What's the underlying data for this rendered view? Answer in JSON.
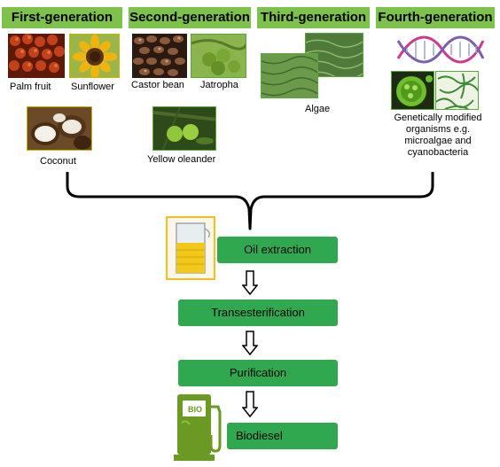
{
  "generations": [
    {
      "label": "First-generation"
    },
    {
      "label": "Second-generation"
    },
    {
      "label": "Third-generation"
    },
    {
      "label": "Fourth-generation"
    }
  ],
  "feedstocks": {
    "palm_fruit": "Palm fruit",
    "sunflower": "Sunflower",
    "coconut": "Coconut",
    "castor_bean": "Castor bean",
    "jatropha": "Jatropha",
    "yellow_oleander": "Yellow oleander",
    "algae": "Algae",
    "gmo_line1": "Genetically modified",
    "gmo_line2": "organisms e.g.",
    "gmo_line3": "microalgae and",
    "gmo_line4": "cyanobacteria"
  },
  "process_steps": {
    "oil_extraction": "Oil extraction",
    "transesterification": "Transesterification",
    "purification": "Purification",
    "biodiesel": "Biodiesel"
  },
  "pump_text": "BIO",
  "colors": {
    "header_green": "#7dc24a",
    "step_green": "#2fa84f",
    "pump_green": "#6a9a23"
  }
}
